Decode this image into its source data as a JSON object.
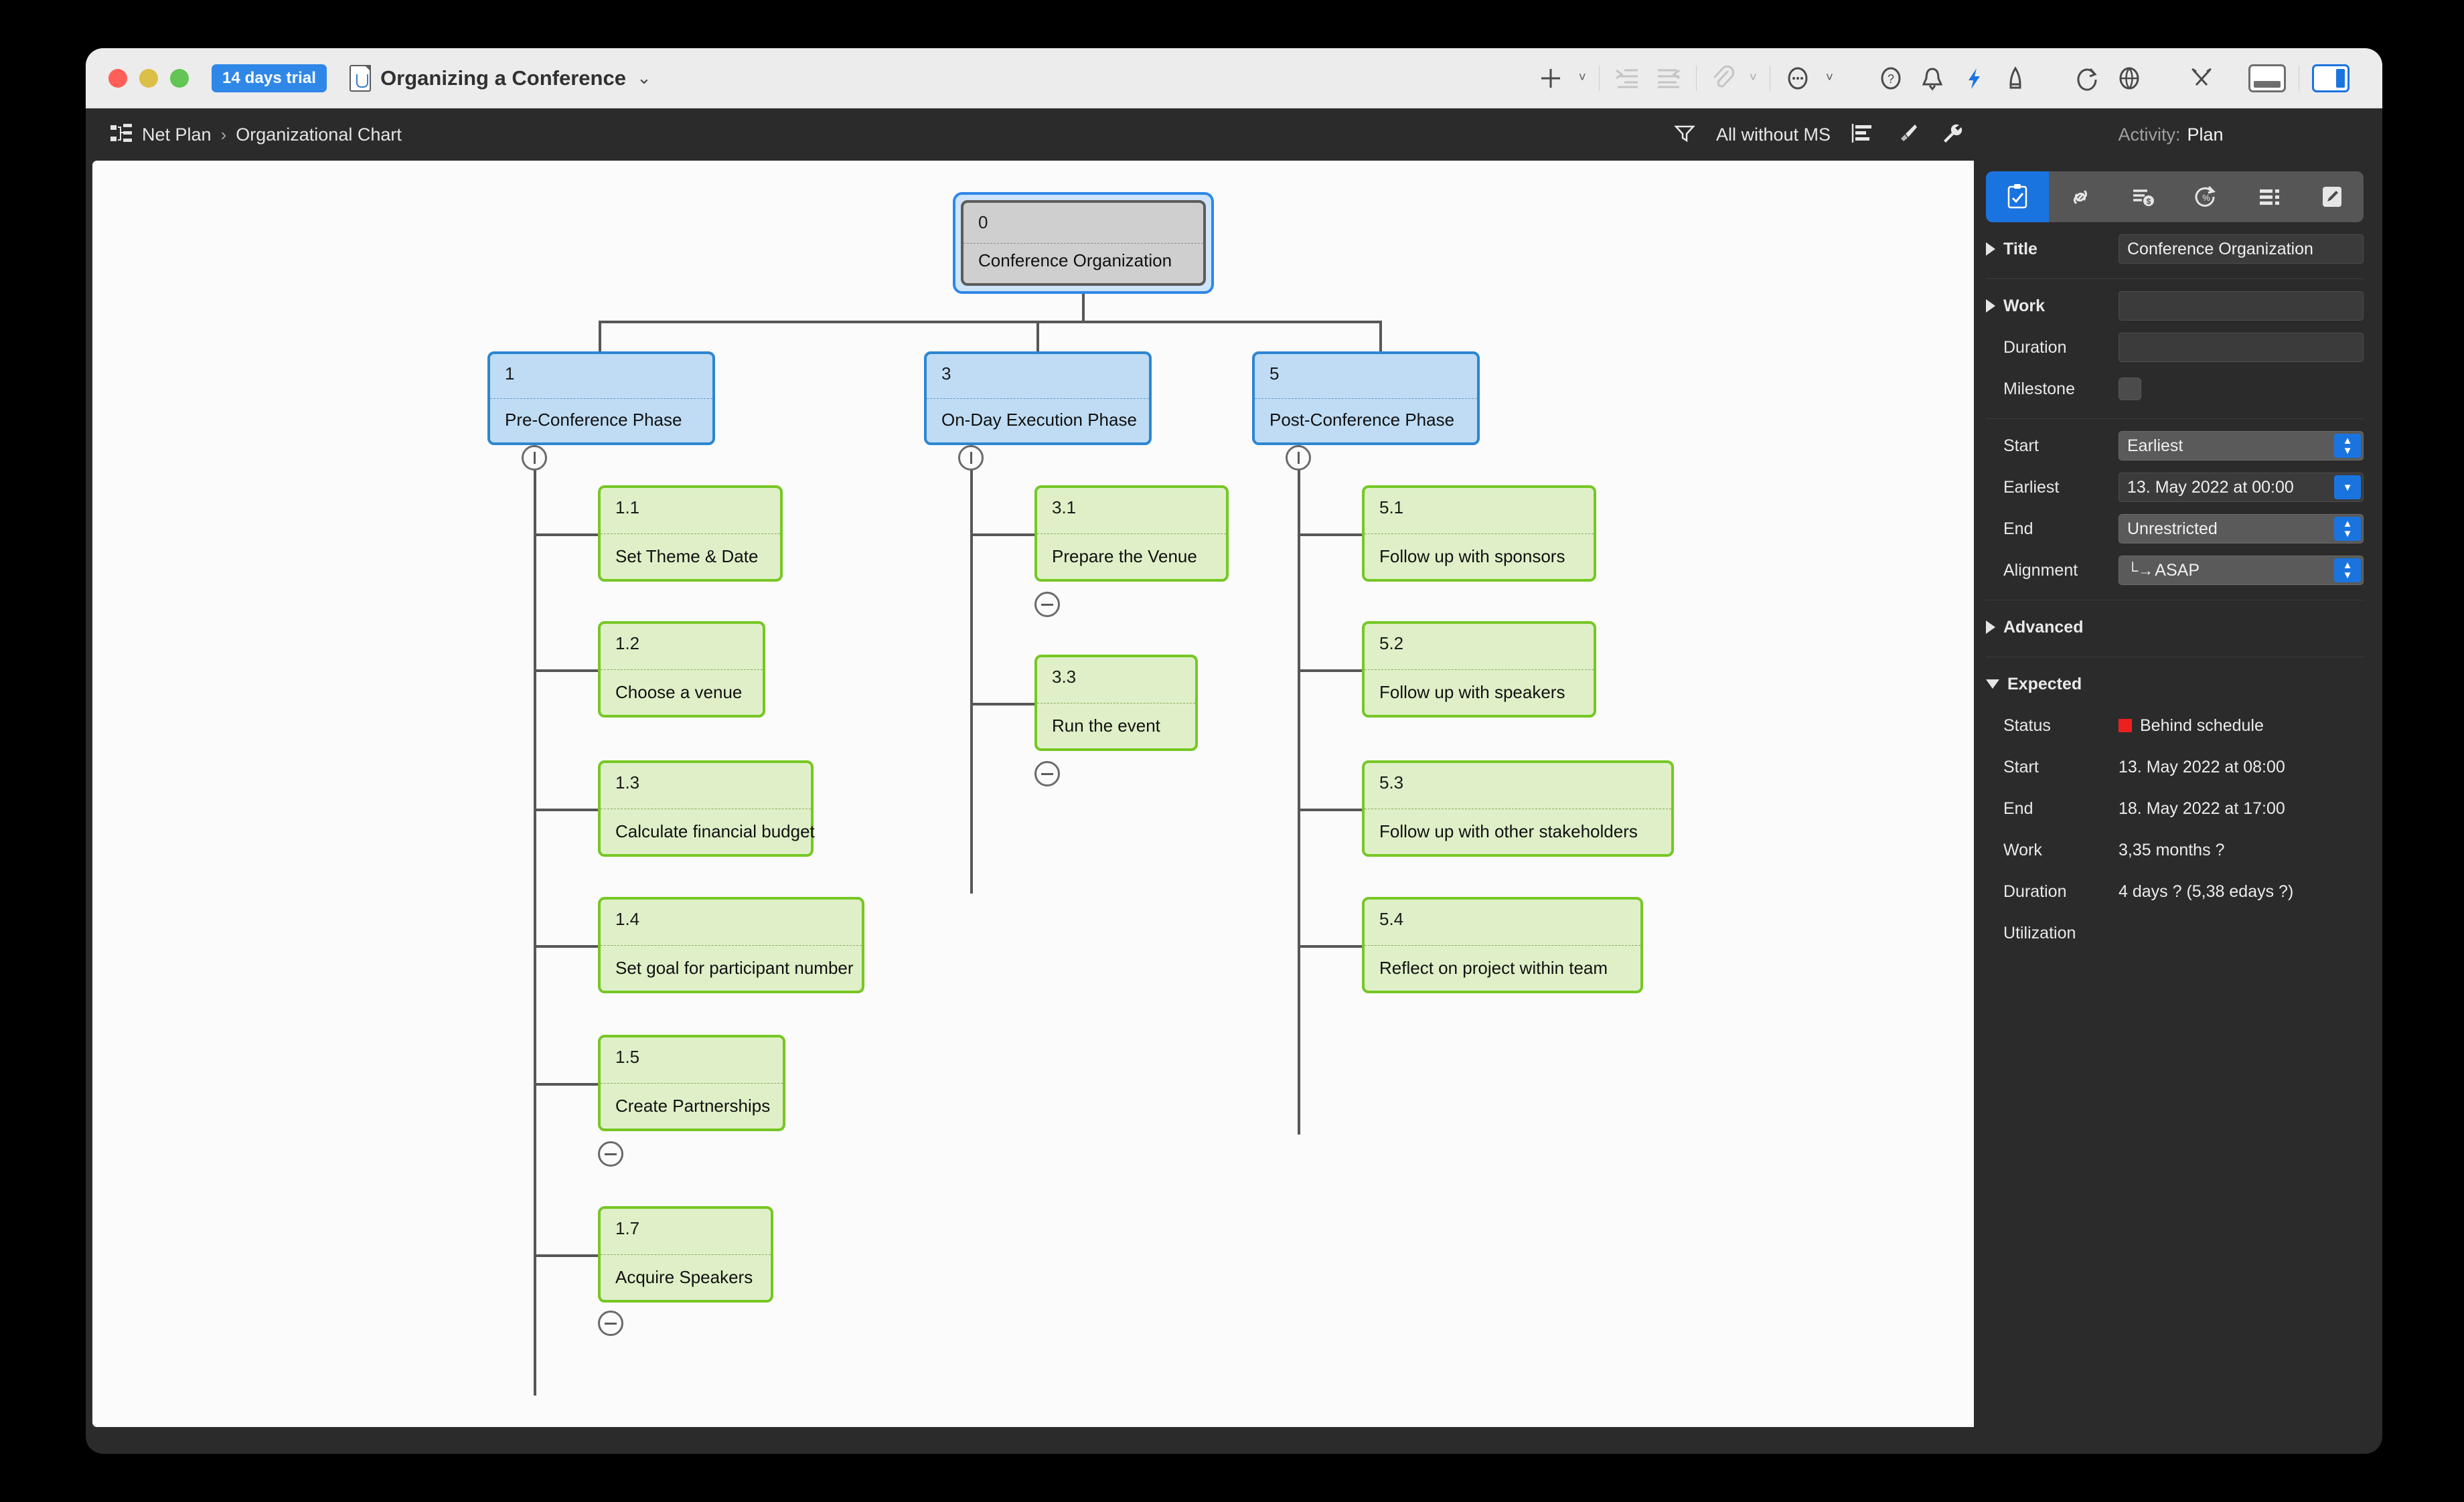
{
  "titlebar": {
    "trial_badge": "14 days trial",
    "document_title": "Organizing a Conference",
    "chevron": "⌄"
  },
  "subheader": {
    "breadcrumb_root": "Net Plan",
    "breadcrumb_sep": "›",
    "breadcrumb_current": "Organizational Chart",
    "filter_label": "All without MS",
    "activity_label": "Activity:",
    "activity_value": "Plan"
  },
  "chart_data": {
    "type": "diagram",
    "title": "Organizational Chart",
    "root": {
      "id": "0",
      "title": "Conference Organization",
      "selected": true
    },
    "phases": [
      {
        "id": "1",
        "title": "Pre-Conference Phase"
      },
      {
        "id": "3",
        "title": "On-Day Execution Phase"
      },
      {
        "id": "5",
        "title": "Post-Conference Phase"
      }
    ],
    "tasks": {
      "phase1": [
        {
          "id": "1.1",
          "title": "Set Theme & Date"
        },
        {
          "id": "1.2",
          "title": "Choose a venue"
        },
        {
          "id": "1.3",
          "title": "Calculate financial budget"
        },
        {
          "id": "1.4",
          "title": "Set goal for participant number"
        },
        {
          "id": "1.5",
          "title": "Create Partnerships"
        },
        {
          "id": "1.7",
          "title": "Acquire Speakers"
        }
      ],
      "phase3": [
        {
          "id": "3.1",
          "title": "Prepare the Venue"
        },
        {
          "id": "3.3",
          "title": "Run the event"
        }
      ],
      "phase5": [
        {
          "id": "5.1",
          "title": "Follow up with sponsors"
        },
        {
          "id": "5.2",
          "title": "Follow up with speakers"
        },
        {
          "id": "5.3",
          "title": "Follow up with other stakeholders"
        },
        {
          "id": "5.4",
          "title": "Reflect on project within team"
        }
      ]
    }
  },
  "inspector": {
    "title": {
      "label": "Title",
      "value": "Conference Organization"
    },
    "work": {
      "label": "Work",
      "value": ""
    },
    "duration": {
      "label": "Duration",
      "value": ""
    },
    "milestone": {
      "label": "Milestone"
    },
    "start": {
      "label": "Start",
      "value": "Earliest"
    },
    "earliest": {
      "label": "Earliest",
      "value": "13. May 2022 at 00:00"
    },
    "end": {
      "label": "End",
      "value": "Unrestricted"
    },
    "alignment": {
      "label": "Alignment",
      "glyph": "└→",
      "value": "ASAP"
    },
    "advanced": {
      "label": "Advanced"
    },
    "expected": {
      "label": "Expected",
      "status_label": "Status",
      "status_value": "Behind schedule",
      "status_color": "#ee1f1f",
      "start_label": "Start",
      "start_value": "13. May 2022 at 08:00",
      "end_label": "End",
      "end_value": "18. May 2022 at 17:00",
      "work_label": "Work",
      "work_value": "3,35 months ?",
      "duration_label": "Duration",
      "duration_value": "4 days ? (5,38 edays ?)",
      "utilization_label": "Utilization",
      "utilization_value": ""
    }
  }
}
